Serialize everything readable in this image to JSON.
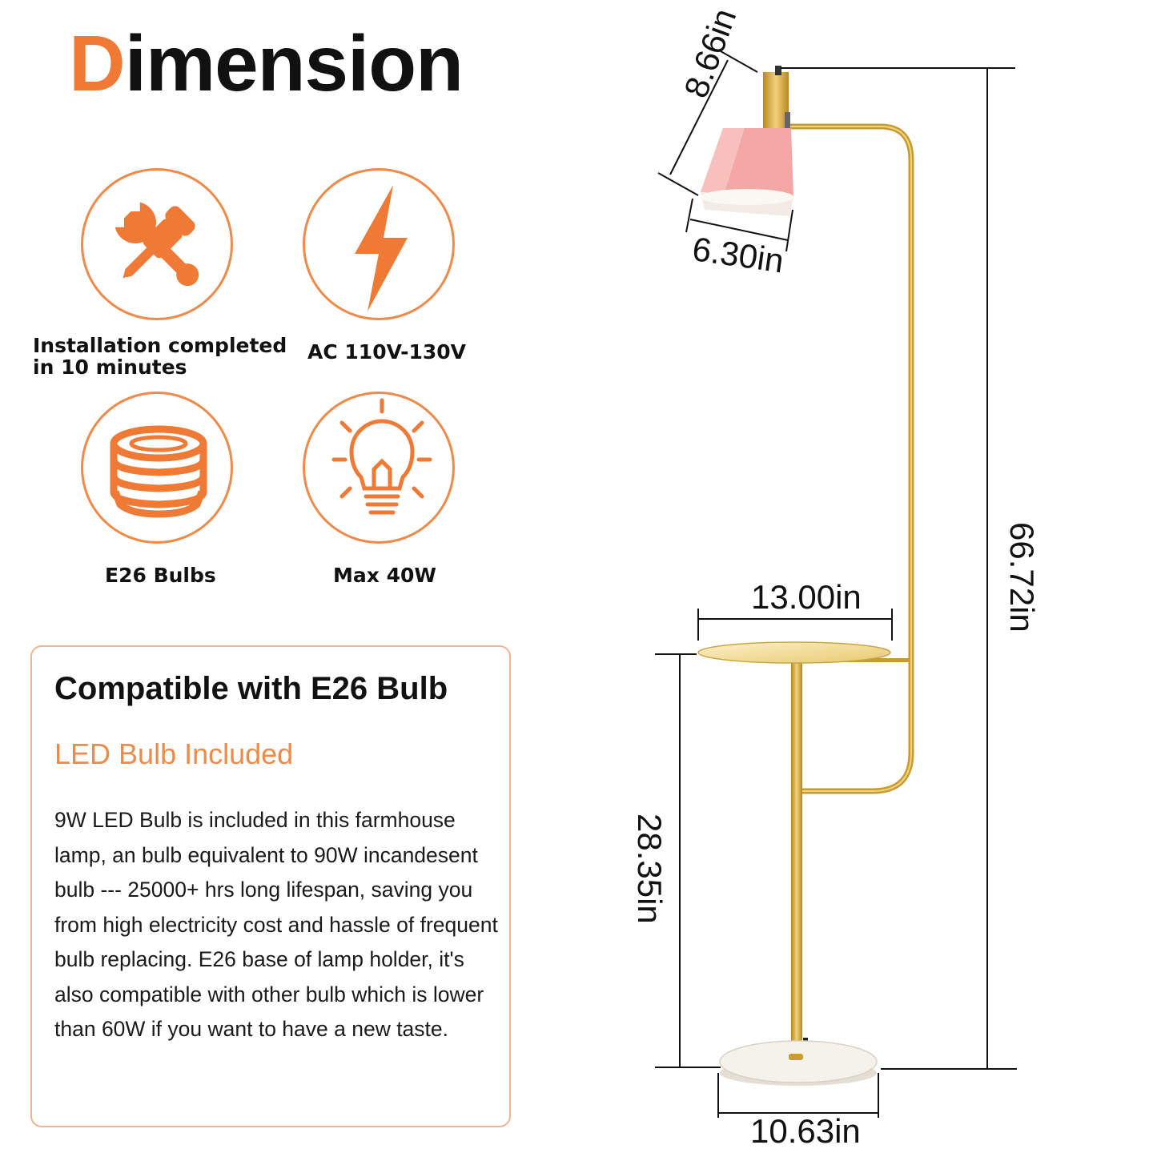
{
  "title": {
    "first_letter": "D",
    "rest": "imension"
  },
  "features": [
    {
      "icon": "wrench-screwdriver-icon",
      "label_line1": "Installation completed",
      "label_line2": "in 10 minutes"
    },
    {
      "icon": "lightning-bolt-icon",
      "label": "AC 110V-130V"
    },
    {
      "icon": "bulb-base-icon",
      "label": "E26 Bulbs"
    },
    {
      "icon": "light-bulb-icon",
      "label": "Max 40W"
    }
  ],
  "info": {
    "heading": "Compatible with E26 Bulb",
    "subheading": "LED Bulb Included",
    "body": "9W LED Bulb is included in this farmhouse lamp, an bulb equivalent to 90W incandesent bulb --- 25000+ hrs long lifespan, saving you from high electricity cost and hassle of frequent bulb replacing. E26 base of lamp holder, it's also compatible with other bulb which is lower than 60W if you want to have a new taste."
  },
  "dimensions": {
    "shade_height": "8.66in",
    "shade_width": "6.30in",
    "total_height": "66.72in",
    "table_width": "13.00in",
    "table_height": "28.35in",
    "base_width": "10.63in"
  },
  "colors": {
    "accent": "#ee7a36",
    "shade_pink": "#f4a7a4",
    "brass": "#d4a93a",
    "marble": "#f2efea"
  }
}
